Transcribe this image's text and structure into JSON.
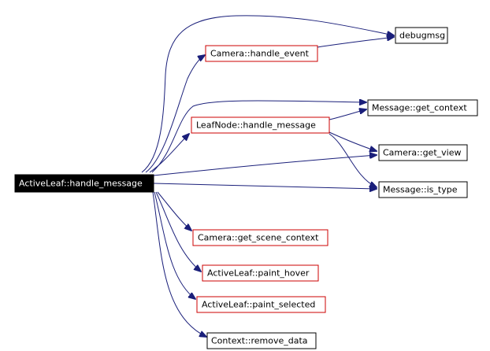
{
  "colors": {
    "root_fill": "#000000",
    "root_text": "#ffffff",
    "linked_border": "#cc0000",
    "plain_border": "#000000",
    "node_fill": "#ffffff",
    "node_text": "#000000",
    "edge": "#1a1f7a"
  },
  "graph": {
    "nodes": [
      {
        "id": "root",
        "label": "ActiveLeaf::handle_message",
        "style": "root"
      },
      {
        "id": "debugmsg",
        "label": "debugmsg",
        "style": "plain"
      },
      {
        "id": "cam_handle_event",
        "label": "Camera::handle_event",
        "style": "linked"
      },
      {
        "id": "msg_get_context",
        "label": "Message::get_context",
        "style": "plain"
      },
      {
        "id": "leaf_handle_message",
        "label": "LeafNode::handle_message",
        "style": "linked"
      },
      {
        "id": "cam_get_view",
        "label": "Camera::get_view",
        "style": "plain"
      },
      {
        "id": "msg_is_type",
        "label": "Message::is_type",
        "style": "plain"
      },
      {
        "id": "cam_get_scene_context",
        "label": "Camera::get_scene_context",
        "style": "linked"
      },
      {
        "id": "paint_hover",
        "label": "ActiveLeaf::paint_hover",
        "style": "linked"
      },
      {
        "id": "paint_selected",
        "label": "ActiveLeaf::paint_selected",
        "style": "linked"
      },
      {
        "id": "remove_data",
        "label": "Context::remove_data",
        "style": "plain"
      }
    ],
    "edges": [
      {
        "from": "root",
        "to": "debugmsg"
      },
      {
        "from": "root",
        "to": "cam_handle_event"
      },
      {
        "from": "cam_handle_event",
        "to": "debugmsg"
      },
      {
        "from": "root",
        "to": "msg_get_context"
      },
      {
        "from": "root",
        "to": "leaf_handle_message"
      },
      {
        "from": "leaf_handle_message",
        "to": "msg_get_context"
      },
      {
        "from": "leaf_handle_message",
        "to": "cam_get_view"
      },
      {
        "from": "leaf_handle_message",
        "to": "msg_is_type"
      },
      {
        "from": "root",
        "to": "cam_get_view"
      },
      {
        "from": "root",
        "to": "msg_is_type"
      },
      {
        "from": "root",
        "to": "cam_get_scene_context"
      },
      {
        "from": "root",
        "to": "paint_hover"
      },
      {
        "from": "root",
        "to": "paint_selected"
      },
      {
        "from": "root",
        "to": "remove_data"
      }
    ]
  }
}
